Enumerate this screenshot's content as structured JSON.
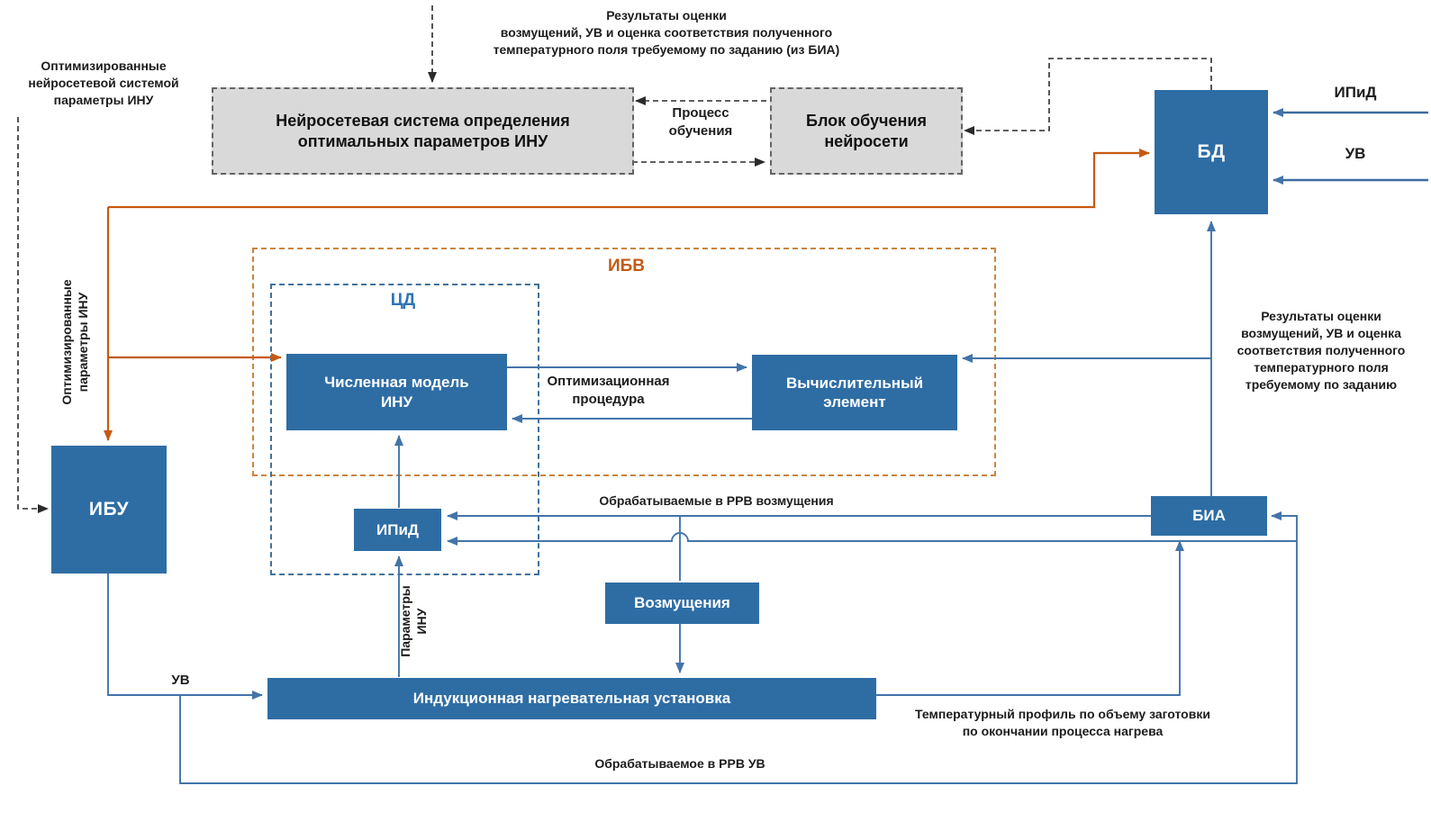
{
  "colors": {
    "node_fill": "#2E6DA4",
    "node_text": "#FFFFFF",
    "gray_fill": "#D9D9D9",
    "orange_line": "#C55A11",
    "blue_line": "#4374A9",
    "dashed_line": "#2B2B2B",
    "ibv_border": "#C9853F",
    "cd_border": "#41719C"
  },
  "containers": {
    "ibv": "ИБВ",
    "cd": "ЦД"
  },
  "nodes": {
    "neural_system": "Нейросетевая система определения\nоптимальных параметров ИНУ",
    "training_block": "Блок обучения\nнейросети",
    "db": "БД",
    "numerical_model": "Численная модель\nИНУ",
    "compute_element": "Вычислительный\nэлемент",
    "ipid": "ИПиД",
    "bia": "БИА",
    "ibu": "ИБУ",
    "disturbances": "Возмущения",
    "induction_unit": "Индукционная нагревательная установка"
  },
  "labels": {
    "top_feedback": "Результаты оценки\nвозмущений, УВ и оценка соответствия полученного\nтемпературного поля требуемому по заданию (из БИА)",
    "optimized_by_nn": "Оптимизированные\nнейросетевой системой\nпараметры ИНУ",
    "training_process": "Процесс\nобучения",
    "db_input_ipid": "ИПиД",
    "db_input_uv": "УВ",
    "optimized_params": "Оптимизированные\nпараметры ИНУ",
    "bia_results": "Результаты оценки\nвозмущений, УВ и оценка\nсоответствия полученного\nтемпературного поля\nтребуемому по заданию",
    "optimization_procedure": "Оптимизационная\nпроцедура",
    "rrv_disturbances": "Обрабатываемые в РРВ возмущения",
    "inu_params": "Параметры\nИНУ",
    "uv": "УВ",
    "temp_profile": "Температурный профиль по объему заготовки\nпо окончании процесса нагрева",
    "rrv_uv": "Обрабатываемое в РРВ УВ"
  }
}
